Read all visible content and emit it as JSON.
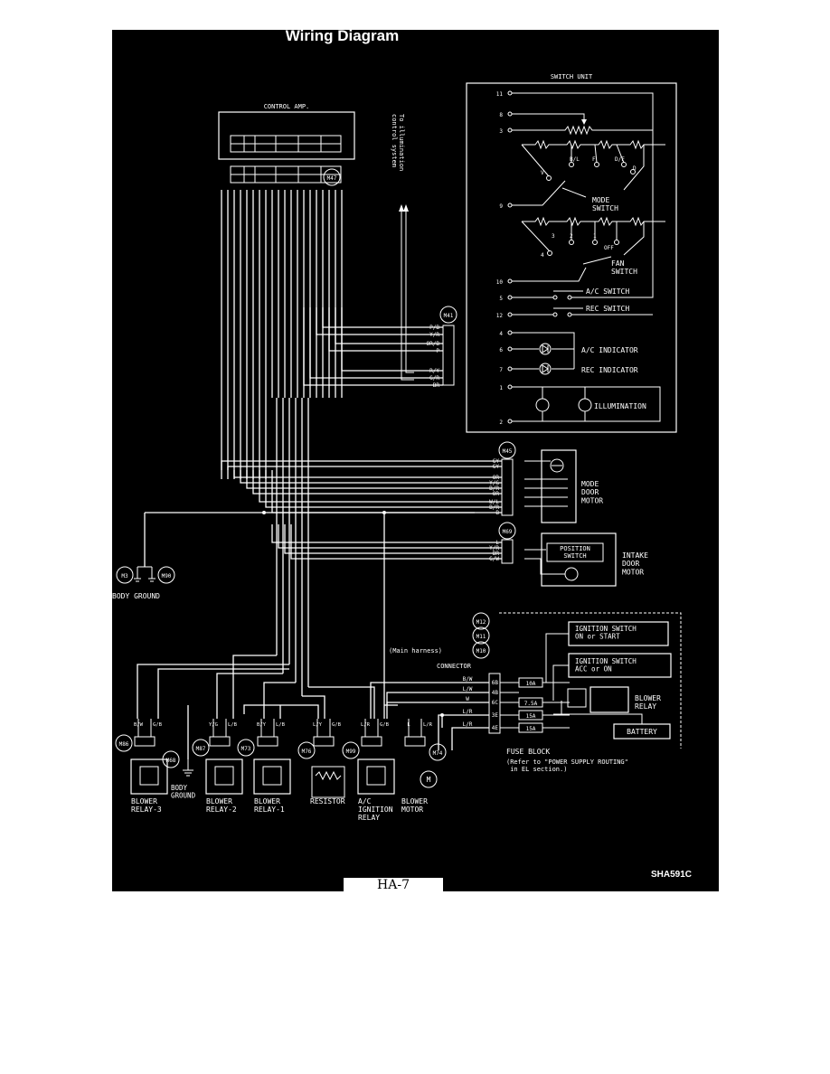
{
  "title": "Wiring Diagram",
  "page_number": "HA-7",
  "figure_code": "SHA591C",
  "switch_unit": {
    "label": "SWITCH UNIT",
    "pins": [
      "11",
      "8",
      "3",
      "9",
      "10",
      "5",
      "12",
      "4",
      "6",
      "7",
      "1",
      "2"
    ],
    "mode_switch": "MODE\nSWITCH",
    "mode_positions": [
      "V",
      "B/L",
      "F",
      "D/F",
      "D"
    ],
    "fan_switch": "FAN\nSWITCH",
    "fan_positions": [
      "3",
      "2",
      "1",
      "OFF",
      "4"
    ],
    "ac_switch": "A/C SWITCH",
    "rec_switch": "REC SWITCH",
    "ac_indicator": "A/C INDICATOR",
    "rec_indicator": "REC INDICATOR",
    "illumination": "ILLUMINATION"
  },
  "control_amp": {
    "label": "CONTROL AMP.",
    "connector": "M47"
  },
  "illumination_note": "To illumination\ncontrol system",
  "connectors": {
    "m41": "M41",
    "m45": "M45",
    "m69": "M69",
    "m3": "M3",
    "m90": "M90",
    "m12": "M12",
    "m11": "M11",
    "m10": "M10",
    "m86": "M86",
    "m68": "M68",
    "m87": "M87",
    "m73": "M73",
    "m76": "M76",
    "m99": "M99",
    "m74": "M74"
  },
  "m41_wires": [
    "P/B",
    "Y/R",
    "OR/B",
    "P",
    "R/Y",
    "G/R",
    "BR"
  ],
  "m45_wires": [
    "GY",
    "GY",
    "OR",
    "Y/G",
    "B/R",
    "OR",
    "W/L",
    "B/R",
    "B"
  ],
  "m69_wires": [
    "L",
    "Y/R",
    "BR",
    "G/W"
  ],
  "mode_door_motor": "MODE\nDOOR\nMOTOR",
  "intake_door_motor": "INTAKE\nDOOR\nMOTOR",
  "position_switch": "POSITION\nSWITCH",
  "body_ground": "BODY GROUND",
  "body_ground_2": "BODY\nGROUND",
  "main_harness": "(Main harness)",
  "connector_label": "CONNECTOR",
  "harness_wires": [
    "B/W",
    "L/W",
    "W",
    "L/R",
    "L/R"
  ],
  "harness_pins": [
    "6B",
    "4B",
    "6C",
    "3E",
    "4E"
  ],
  "fuses": [
    "10A",
    "",
    "7.5A",
    "15A",
    "15A"
  ],
  "ignition_on_start": "IGNITION SWITCH\nON or START",
  "ignition_acc_on": "IGNITION SWITCH\nACC or ON",
  "blower_relay": "BLOWER\nRELAY",
  "battery": "BATTERY",
  "fuse_block": "FUSE BLOCK",
  "fuse_note": "(Refer to \"POWER SUPPLY ROUTING\"\n in EL section.)",
  "bottom_components": [
    {
      "label": "BLOWER\nRELAY-3",
      "wires": [
        "B/W",
        "G/B"
      ]
    },
    {
      "label": "BLOWER\nRELAY-2",
      "wires": [
        "Y/G",
        "L/B"
      ]
    },
    {
      "label": "BLOWER\nRELAY-1",
      "wires": [
        "B/Y",
        "L/B"
      ]
    },
    {
      "label": "RESISTOR",
      "wires": [
        "L/Y",
        "G/B"
      ]
    },
    {
      "label": "A/C\nIGNITION\nRELAY",
      "wires": [
        "L/R",
        "G/B"
      ]
    },
    {
      "label": "BLOWER\nMOTOR",
      "wires": [
        "L",
        "L/R"
      ]
    }
  ]
}
